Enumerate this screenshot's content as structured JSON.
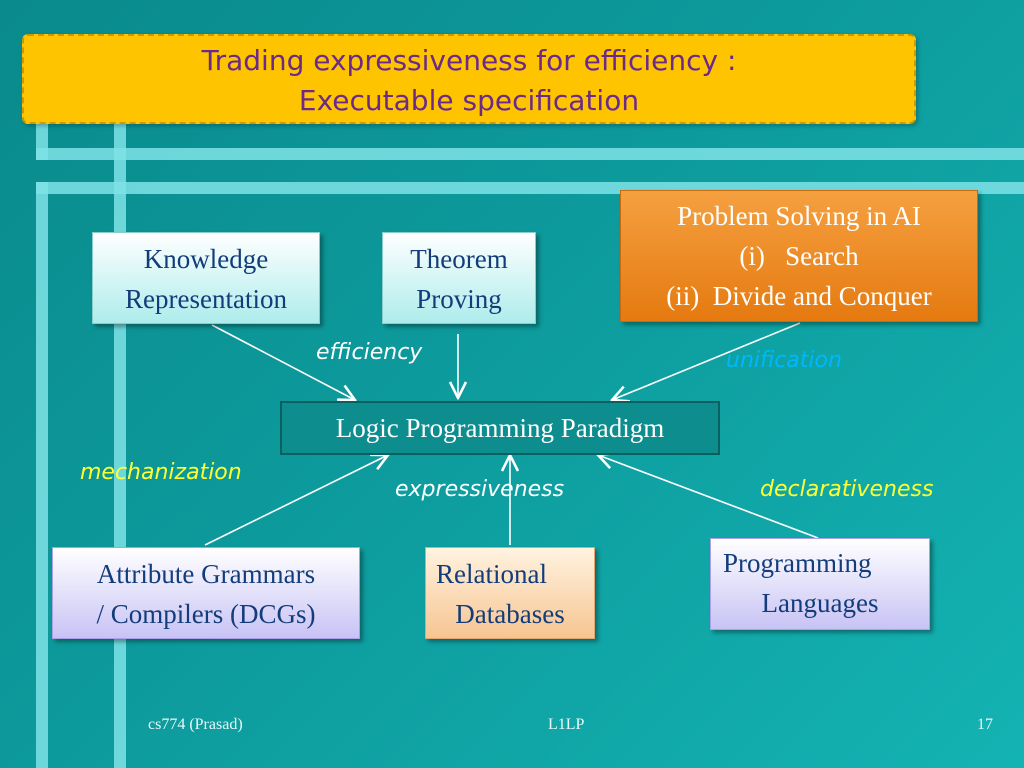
{
  "title": {
    "line1": "Trading expressiveness for efficiency :",
    "line2": "Executable specification"
  },
  "nodes": {
    "knowledge_representation": [
      "Knowledge",
      "Representation"
    ],
    "theorem_proving": [
      "Theorem",
      "Proving"
    ],
    "problem_solving": [
      "Problem Solving in AI",
      "(i)   Search",
      "(ii)  Divide and Conquer"
    ],
    "paradigm": "Logic Programming Paradigm",
    "attribute_grammars": [
      "Attribute Grammars",
      "/ Compilers (DCGs)"
    ],
    "relational_databases": [
      "Relational",
      "Databases"
    ],
    "programming_languages": [
      "Programming",
      "Languages"
    ]
  },
  "edge_labels": {
    "efficiency": "efficiency",
    "unification": "unification",
    "mechanization": "mechanization",
    "expressiveness": "expressiveness",
    "declarativeness": "declarativeness"
  },
  "colors": {
    "title_text": "#6a2a8c",
    "yellow_label": "#ffff33",
    "white_label": "#ffffff",
    "unification_label": "#00b7ff"
  },
  "footer": {
    "left": "cs774 (Prasad)",
    "center": "L1LP",
    "right": "17"
  }
}
